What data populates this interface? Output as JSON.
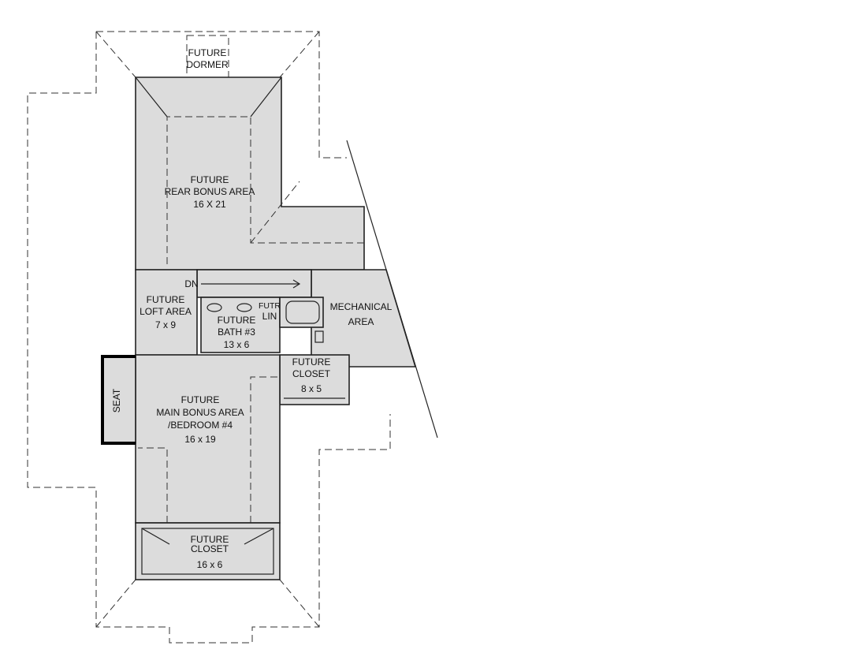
{
  "plan": {
    "dormer": {
      "line1": "FUTURE",
      "line2": "DORMER"
    },
    "rear_bonus": {
      "line1": "FUTURE",
      "line2": "REAR BONUS AREA",
      "dims": "16 X 21"
    },
    "stair": {
      "label": "DN"
    },
    "loft": {
      "line1": "FUTURE",
      "line2": "LOFT AREA",
      "dims": "7 x 9"
    },
    "bath": {
      "line1": "FUTURE",
      "line2": "BATH #3",
      "dims": "13 x 6"
    },
    "linen": {
      "line1": "FUTR",
      "line2": "LIN"
    },
    "mechanical": {
      "line1": "MECHANICAL",
      "line2": "AREA"
    },
    "closet_small": {
      "line1": "FUTURE",
      "line2": "CLOSET",
      "dims": "8 x 5"
    },
    "main_bonus": {
      "line1": "FUTURE",
      "line2": "MAIN BONUS AREA",
      "line3": "/BEDROOM #4",
      "dims": "16 x 19"
    },
    "seat": {
      "label": "SEAT"
    },
    "closet_bottom": {
      "line1": "FUTURE",
      "line2": "CLOSET",
      "dims": "16 x 6"
    }
  }
}
